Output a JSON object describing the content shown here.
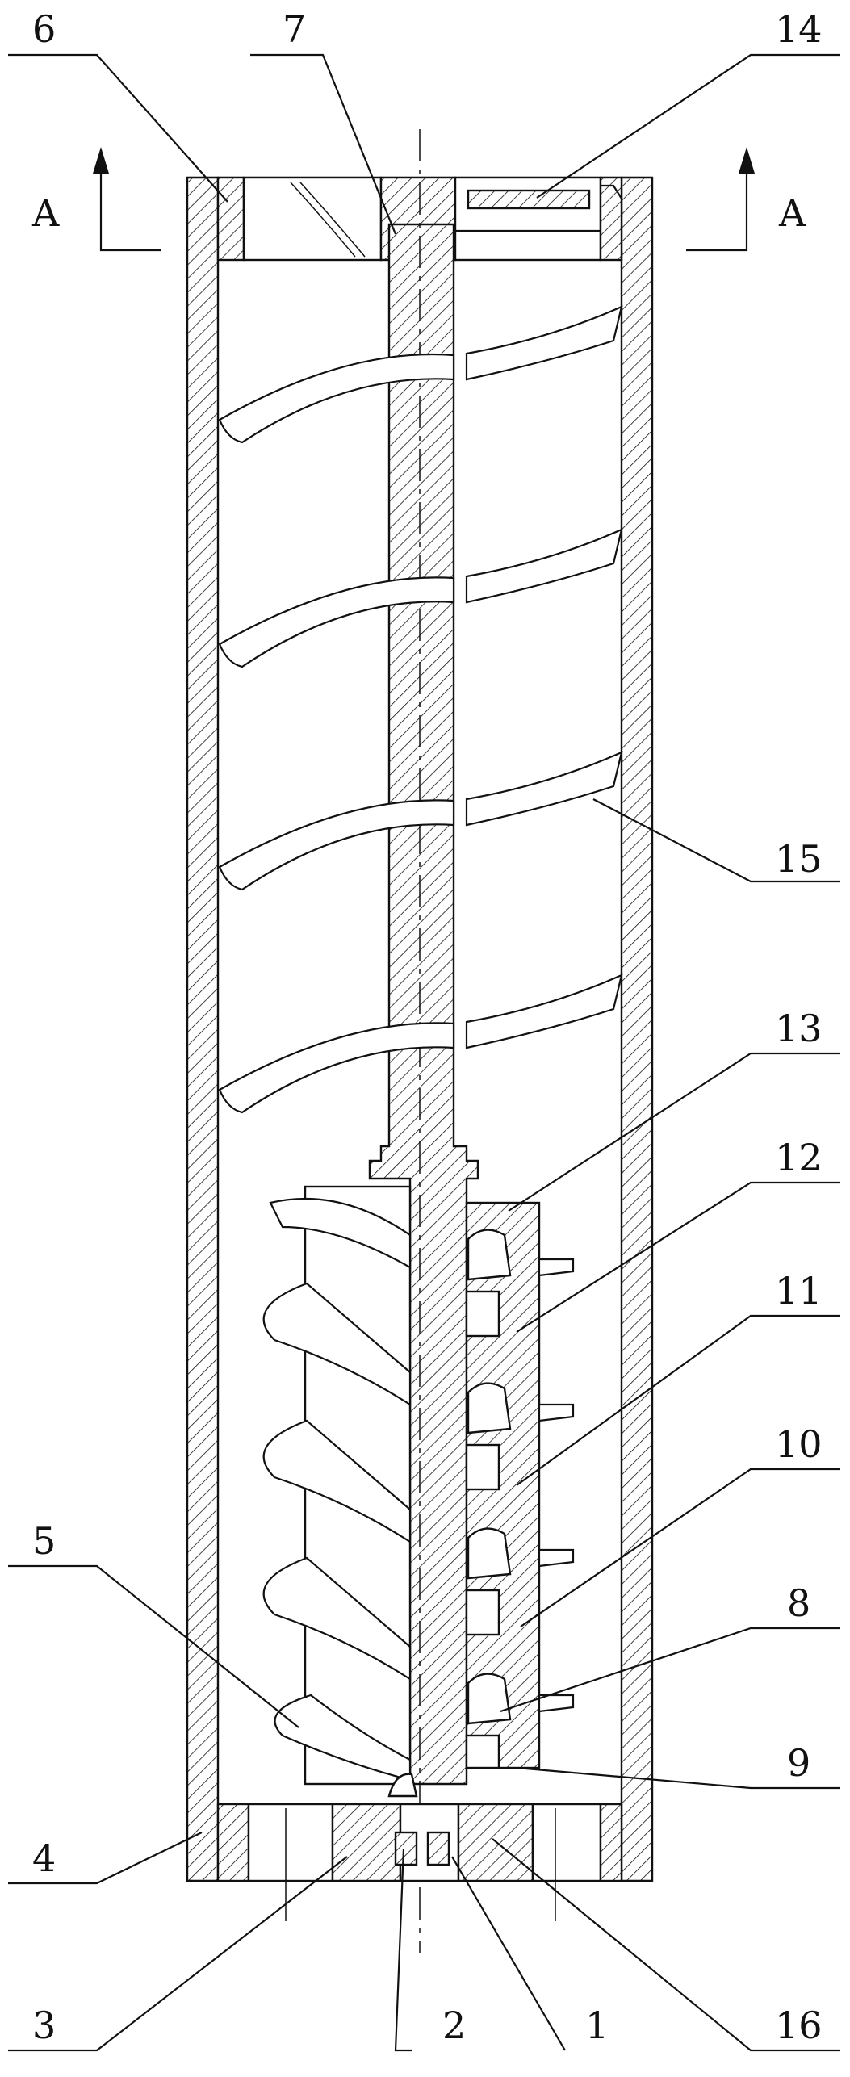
{
  "figure": {
    "callouts": [
      {
        "id": "c1",
        "text": "1"
      },
      {
        "id": "c2",
        "text": "2"
      },
      {
        "id": "c3",
        "text": "3"
      },
      {
        "id": "c4",
        "text": "4"
      },
      {
        "id": "c5",
        "text": "5"
      },
      {
        "id": "c6",
        "text": "6"
      },
      {
        "id": "c7",
        "text": "7"
      },
      {
        "id": "c8",
        "text": "8"
      },
      {
        "id": "c9",
        "text": "9"
      },
      {
        "id": "c10",
        "text": "10"
      },
      {
        "id": "c11",
        "text": "11"
      },
      {
        "id": "c12",
        "text": "12"
      },
      {
        "id": "c13",
        "text": "13"
      },
      {
        "id": "c14",
        "text": "14"
      },
      {
        "id": "c15",
        "text": "15"
      },
      {
        "id": "c16",
        "text": "16"
      }
    ],
    "section_marks": [
      {
        "id": "left",
        "text": "A"
      },
      {
        "id": "right",
        "text": "A"
      }
    ]
  }
}
